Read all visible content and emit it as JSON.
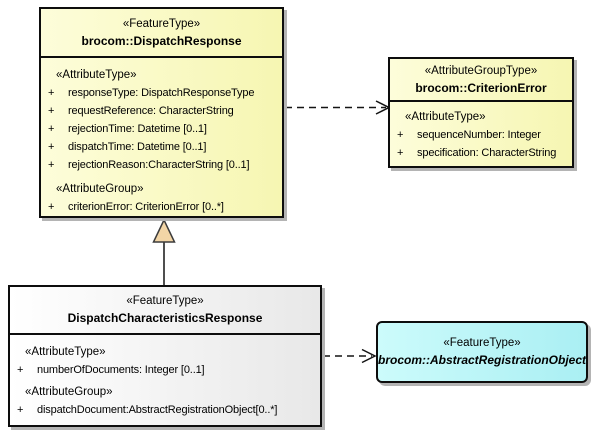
{
  "diagram": {
    "classes": [
      {
        "key": "dispatch-response",
        "stereotype": "«FeatureType»",
        "name": "brocom::DispatchResponse",
        "sections": [
          {
            "heading": "«AttributeType»",
            "rows": [
              {
                "vis": "+",
                "text": "responseType: DispatchResponseType"
              },
              {
                "vis": "+",
                "text": "requestReference: CharacterString"
              },
              {
                "vis": "+",
                "text": "rejectionTime: Datetime [0..1]"
              },
              {
                "vis": "+",
                "text": "dispatchTime: Datetime [0..1]"
              },
              {
                "vis": "+",
                "text": "rejectionReason:CharacterString [0..1]"
              }
            ]
          },
          {
            "heading": "«AttributeGroup»",
            "rows": [
              {
                "vis": "+",
                "text": "criterionError: CriterionError [0..*]"
              }
            ]
          }
        ]
      },
      {
        "key": "criterion-error",
        "stereotype": "«AttributeGroupType»",
        "name": "brocom::CriterionError",
        "sections": [
          {
            "heading": "«AttributeType»",
            "rows": [
              {
                "vis": "+",
                "text": "sequenceNumber: Integer"
              },
              {
                "vis": "+",
                "text": "specification: CharacterString"
              }
            ]
          }
        ]
      },
      {
        "key": "dispatch-characteristics-response",
        "stereotype": "«FeatureType»",
        "name": "DispatchCharacteristicsResponse",
        "sections": [
          {
            "heading": "«AttributeType»",
            "rows": [
              {
                "vis": "+",
                "text": "numberOfDocuments: Integer [0..1]"
              }
            ]
          },
          {
            "heading": "«AttributeGroup»",
            "rows": [
              {
                "vis": "+",
                "text": "dispatchDocument:AbstractRegistrationObject[0..*]"
              }
            ]
          }
        ]
      },
      {
        "key": "abstract-registration-object",
        "stereotype": "«FeatureType»",
        "name": "brocom::AbstractRegistrationObject"
      }
    ],
    "connectors": [
      {
        "type": "dependency",
        "style": "dashed-open-arrow",
        "from": "brocom::DispatchResponse",
        "to": "brocom::CriterionError"
      },
      {
        "type": "generalization",
        "style": "solid-triangle",
        "from": "DispatchCharacteristicsResponse",
        "to": "brocom::DispatchResponse"
      },
      {
        "type": "dependency",
        "style": "dashed-open-arrow",
        "from": "DispatchCharacteristicsResponse",
        "to": "brocom::AbstractRegistrationObject"
      }
    ],
    "colors": {
      "class_fill_yellow": "#F6F6B2",
      "class_fill_gray": "#E8E8E8",
      "class_fill_cyan": "#AAEFF3",
      "border": "#0D0D0D",
      "shadow": "#B4B4B4",
      "generalization_triangle_fill": "#F2D5A6",
      "background": "#FFFFFF"
    }
  }
}
